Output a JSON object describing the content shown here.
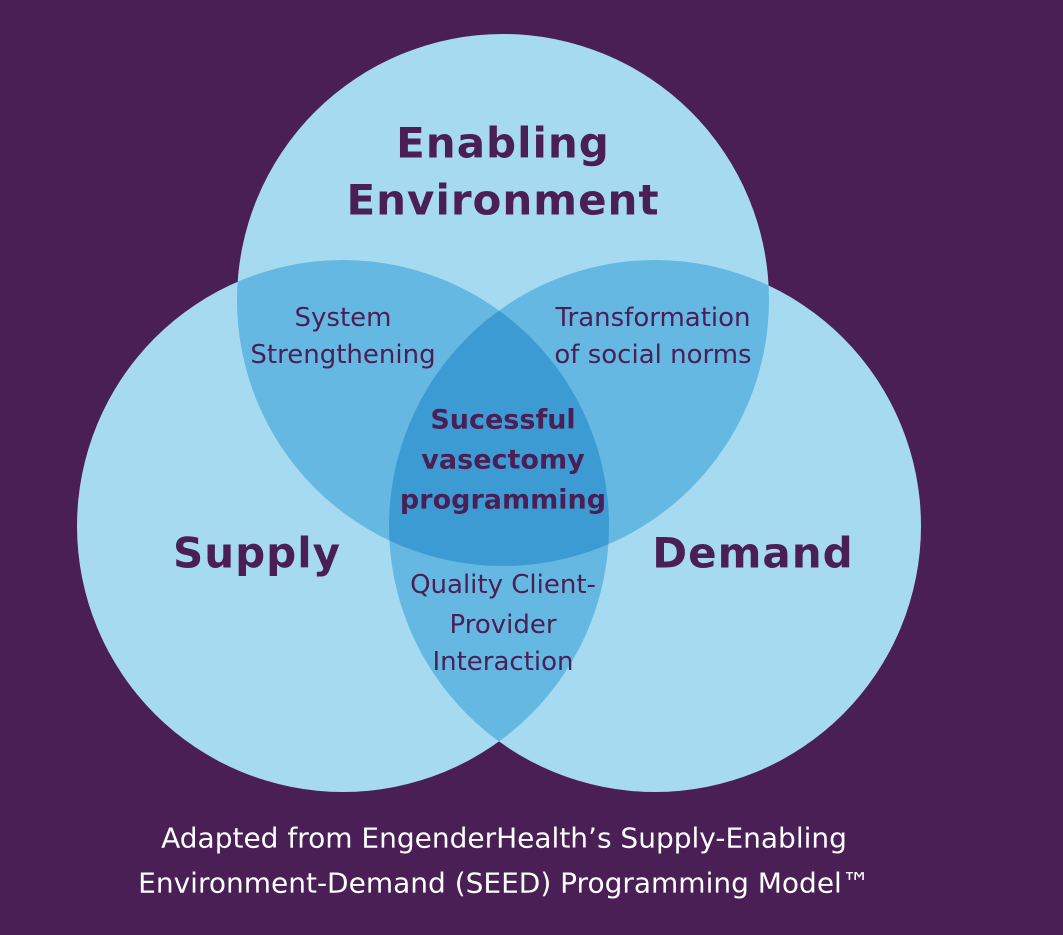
{
  "colors": {
    "background": "#4a1f55",
    "circle": "#a6daf0",
    "pair_overlap": "#64b8e2",
    "center_overlap": "#3d9bd4",
    "text": "#4a1f55",
    "caption": "#ffffff"
  },
  "circles": {
    "top": [
      "Enabling",
      "Environment"
    ],
    "left": "Supply",
    "right": "Demand"
  },
  "overlaps": {
    "top_left": [
      "System",
      "Strengthening"
    ],
    "top_right": [
      "Transformation",
      "of social norms"
    ],
    "left_right": [
      "Quality Client-",
      "Provider",
      "Interaction"
    ],
    "center": [
      "Sucessful",
      "vasectomy",
      "programming"
    ]
  },
  "caption": [
    "Adapted from EngenderHealth’s Supply-Enabling",
    "Environment-Demand (SEED) Programming Model™"
  ]
}
